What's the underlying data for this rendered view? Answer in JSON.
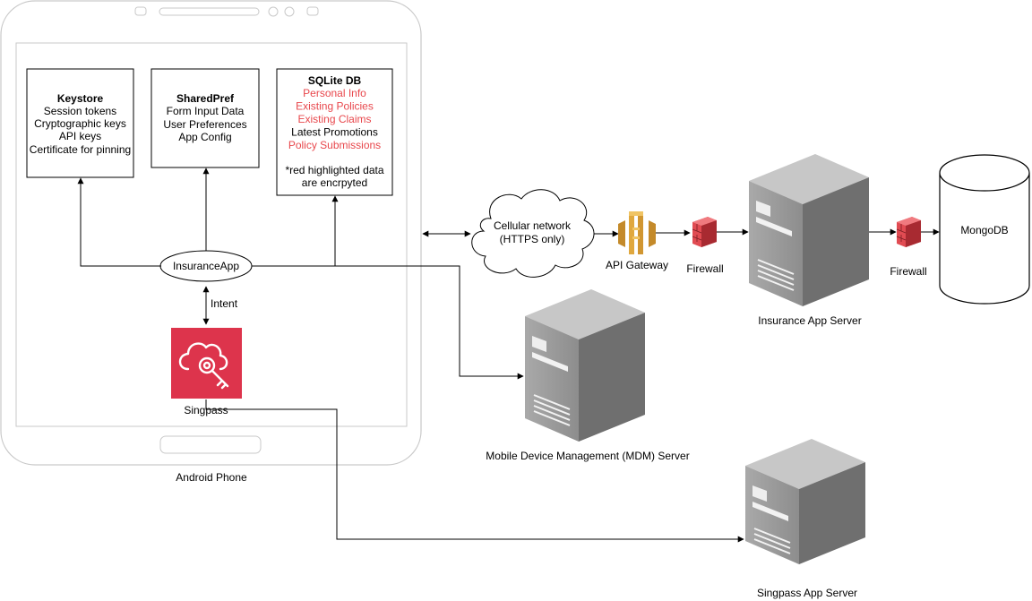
{
  "phone": {
    "label": "Android Phone"
  },
  "keystore": {
    "title": "Keystore",
    "lines": [
      "Session tokens",
      "Cryptographic keys",
      "API keys",
      "Certificate for pinning"
    ]
  },
  "sharedpref": {
    "title": "SharedPref",
    "lines": [
      "Form Input Data",
      "User Preferences",
      "App Config"
    ]
  },
  "sqlite": {
    "title": "SQLite DB",
    "lines": [
      {
        "text": "Personal Info",
        "encrypted": true
      },
      {
        "text": "Existing Policies",
        "encrypted": true
      },
      {
        "text": "Existing Claims",
        "encrypted": true
      },
      {
        "text": "Latest Promotions",
        "encrypted": false
      },
      {
        "text": "Policy Submissions",
        "encrypted": true
      }
    ],
    "note_line1": "*red highlighted data",
    "note_line2": "are encrpyted"
  },
  "insurance_app": {
    "label": "InsuranceApp"
  },
  "intent_label": "Intent",
  "singpass": {
    "label": "Singpass"
  },
  "cellular": {
    "line1": "Cellular network",
    "line2": "(HTTPS only)"
  },
  "api_gateway": {
    "label": "API Gateway"
  },
  "firewall1": {
    "label": "Firewall"
  },
  "insurance_server": {
    "label": "Insurance App Server"
  },
  "firewall2": {
    "label": "Firewall"
  },
  "mongodb": {
    "label": "MongoDB"
  },
  "mdm_server": {
    "label": "Mobile Device Management (MDM) Server"
  },
  "singpass_server": {
    "label": "Singpass App Server"
  },
  "colors": {
    "encrypted_text": "#e8474c",
    "singpass_red": "#dd344c",
    "firewall_red": "#c8333a",
    "gateway_gold": "#d9a23a",
    "server_grey": "#8a8a8a"
  }
}
